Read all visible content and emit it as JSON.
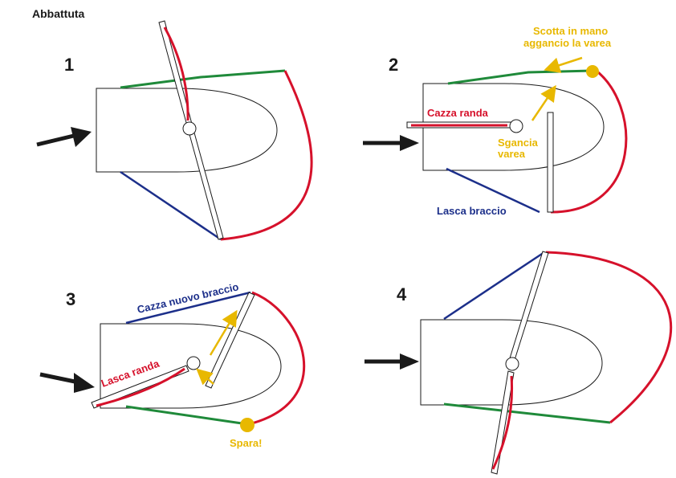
{
  "title": "Abbattuta",
  "steps": {
    "s1": {
      "number": "1"
    },
    "s2": {
      "number": "2",
      "label_scotta_line1": "Scotta in mano",
      "label_scotta_line2": "aggancio la varea",
      "label_cazza_randa": "Cazza randa",
      "label_sgancia_line1": "Sgancia",
      "label_sgancia_line2": "varea",
      "label_lasca_braccio": "Lasca braccio"
    },
    "s3": {
      "number": "3",
      "label_cazza_nuovo_braccio": "Cazza nuovo braccio",
      "label_lasca_randa": "Lasca randa",
      "label_spara": "Spara!"
    },
    "s4": {
      "number": "4"
    }
  },
  "colors": {
    "boat_outline": "#1a1a1a",
    "sheet_red": "#d6112b",
    "guy_blue": "#1c2f8a",
    "sheet_green": "#1f8a3a",
    "annotation_yellow": "#e8b800",
    "wind_arrow": "#1a1a1a"
  }
}
